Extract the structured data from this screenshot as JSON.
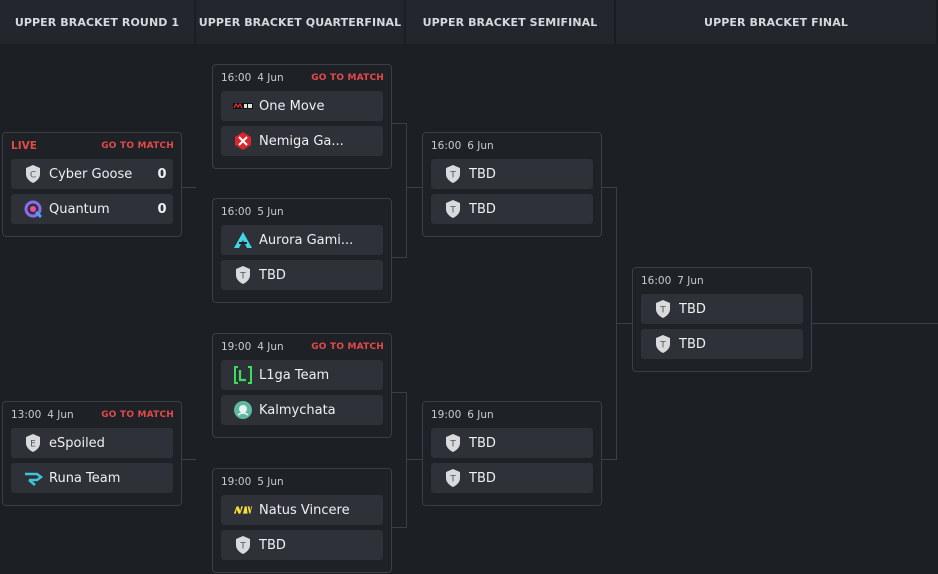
{
  "headers": [
    "UPPER BRACKET ROUND 1",
    "UPPER BRACKET QUARTERFINAL",
    "UPPER BRACKET SEMIFINAL",
    "UPPER BRACKET FINAL"
  ],
  "goto_label": "GO TO MATCH",
  "matches": {
    "r1_m1": {
      "status": "LIVE",
      "team1": {
        "name": "Cyber Goose",
        "score": "0",
        "logo": "cyber-goose-logo",
        "letter": "C"
      },
      "team2": {
        "name": "Quantum",
        "score": "0",
        "logo": "quantum-logo"
      }
    },
    "r1_m2": {
      "time": "13:00",
      "date": "4 Jun",
      "team1": {
        "name": "eSpoiled",
        "logo": "espoiled-logo",
        "letter": "E"
      },
      "team2": {
        "name": "Runa Team",
        "logo": "runa-team-logo"
      }
    },
    "qf_m1": {
      "time": "16:00",
      "date": "4 Jun",
      "team1": {
        "name": "One Move",
        "logo": "one-move-logo"
      },
      "team2": {
        "name": "Nemiga Ga...",
        "logo": "nemiga-logo"
      }
    },
    "qf_m2": {
      "time": "16:00",
      "date": "5 Jun",
      "team1": {
        "name": "Aurora Gami...",
        "logo": "aurora-logo"
      },
      "team2": {
        "name": "TBD",
        "logo": "tbd-shield",
        "letter": "T"
      }
    },
    "qf_m3": {
      "time": "19:00",
      "date": "4 Jun",
      "team1": {
        "name": "L1ga Team",
        "logo": "l1ga-logo"
      },
      "team2": {
        "name": "Kalmychata",
        "logo": "kalmychata-logo"
      }
    },
    "qf_m4": {
      "time": "19:00",
      "date": "5 Jun",
      "team1": {
        "name": "Natus Vincere",
        "logo": "navi-logo"
      },
      "team2": {
        "name": "TBD",
        "logo": "tbd-shield",
        "letter": "T"
      }
    },
    "sf_m1": {
      "time": "16:00",
      "date": "6 Jun",
      "team1": {
        "name": "TBD",
        "logo": "tbd-shield",
        "letter": "T"
      },
      "team2": {
        "name": "TBD",
        "logo": "tbd-shield",
        "letter": "T"
      }
    },
    "sf_m2": {
      "time": "19:00",
      "date": "6 Jun",
      "team1": {
        "name": "TBD",
        "logo": "tbd-shield",
        "letter": "T"
      },
      "team2": {
        "name": "TBD",
        "logo": "tbd-shield",
        "letter": "T"
      }
    },
    "f_m1": {
      "time": "16:00",
      "date": "7 Jun",
      "team1": {
        "name": "TBD",
        "logo": "tbd-shield",
        "letter": "T"
      },
      "team2": {
        "name": "TBD",
        "logo": "tbd-shield",
        "letter": "T"
      }
    }
  },
  "colors": {
    "live": "#e24a4a",
    "card_bg": "#1e2126",
    "row_bg": "#2e3238",
    "header_bg": "#23272d"
  }
}
